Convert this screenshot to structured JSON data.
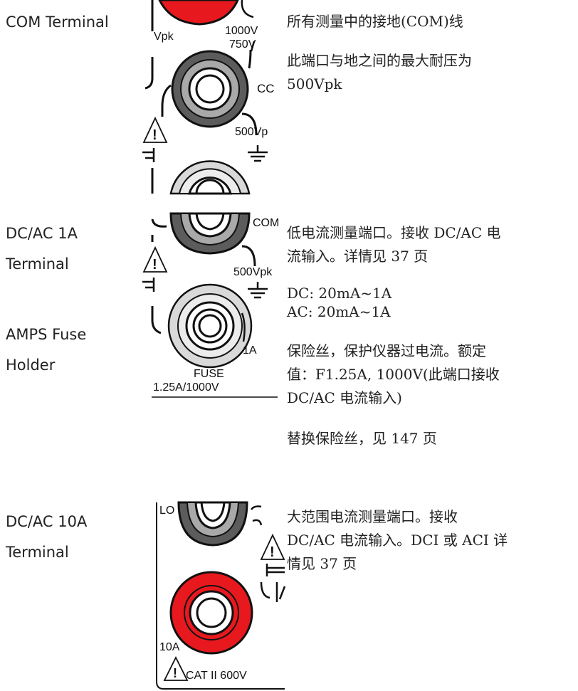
{
  "com": {
    "label": "COM Terminal",
    "figure": {
      "vpk": "Vpk",
      "v1000": "1000V",
      "v750": "750V",
      "co": "CC",
      "v500": "500Vp"
    },
    "desc": [
      "所有测量中的接地(COM)线",
      "此端口与地之间的最大耐压为",
      "500Vpk"
    ]
  },
  "amps": {
    "label_line1": "DC/AC 1A",
    "label_line2": "Terminal",
    "fuse_label_line1": "AMPS Fuse",
    "fuse_label_line2": "Holder",
    "figure": {
      "com": "COM",
      "v500": "500Vpk",
      "a1": "1A",
      "fuse": "FUSE",
      "rating": "1.25A/1000V"
    },
    "desc": {
      "line1": "低电流测量端口。接收 DC/AC 电",
      "line2": "流输入。详情见 37 页",
      "dc": "DC: 20mA~1A",
      "ac": "AC: 20mA~1A",
      "fuse1": "保险丝，保护仪器过电流。额定",
      "fuse2": "值：F1.25A, 1000V(此端口接收",
      "fuse3": "DC/AC 电流输入)",
      "replace": "替换保险丝，见 147 页"
    }
  },
  "ten": {
    "label_line1": "DC/AC 10A",
    "label_line2": "Terminal",
    "figure": {
      "lo": "LO",
      "a10": "10A",
      "cat": "CAT II 600V"
    },
    "desc": [
      "大范围电流测量端口。接收",
      "DC/AC 电流输入。DCI 或 ACI 详",
      "情见 37 页"
    ]
  },
  "colors": {
    "red": "#e8191e",
    "dark_gray": "#5c5c5c",
    "light_gray": "#c8c8c8"
  }
}
